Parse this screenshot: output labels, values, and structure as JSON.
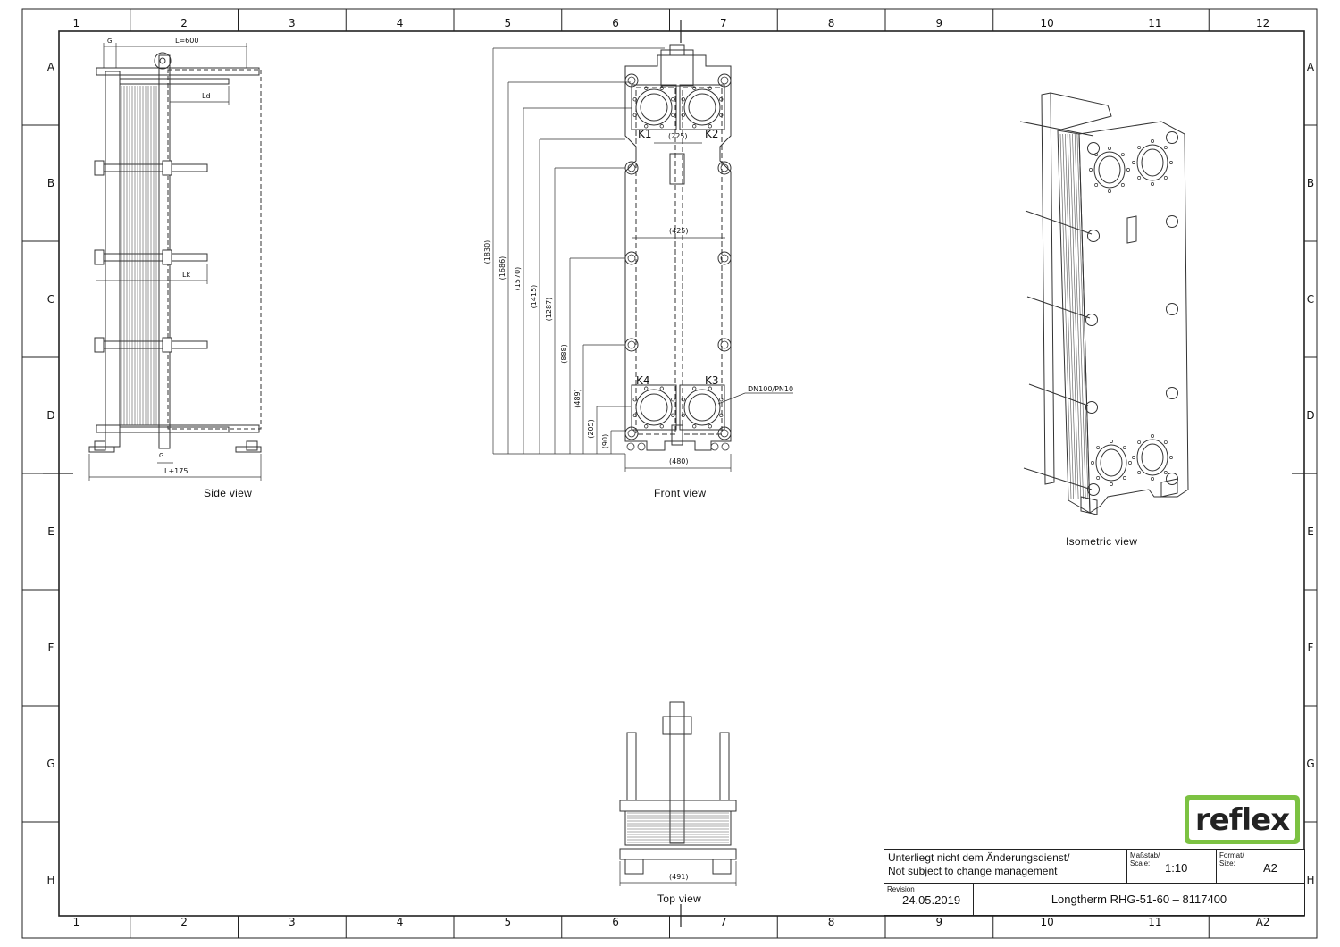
{
  "grid": {
    "columns": [
      "1",
      "2",
      "3",
      "4",
      "5",
      "6",
      "7",
      "8",
      "9",
      "10",
      "11",
      "12"
    ],
    "rows": [
      "A",
      "B",
      "C",
      "D",
      "E",
      "F",
      "G",
      "H"
    ],
    "bottom_columns": [
      "1",
      "2",
      "3",
      "4",
      "5",
      "6",
      "7",
      "8",
      "9",
      "10",
      "11",
      "A2"
    ]
  },
  "side_view": {
    "label": "Side view",
    "dims": {
      "g_top": "G",
      "l": "L=600",
      "ld": "Ld",
      "lk": "Lk",
      "g_bottom": "G",
      "l175": "L+175"
    }
  },
  "front_view": {
    "label": "Front view",
    "ports": [
      "K1",
      "K2",
      "K3",
      "K4"
    ],
    "connection": "DN100/PN10",
    "horizontal_dims": [
      "(225)",
      "(425)",
      "(480)"
    ],
    "vertical_dims": [
      "(1830)",
      "(1686)",
      "(1570)",
      "(1415)",
      "(1287)",
      "(888)",
      "(489)",
      "(205)",
      "(90)"
    ]
  },
  "isometric_view": {
    "label": "Isometric view"
  },
  "top_view": {
    "label": "Top view",
    "dim": "(491)"
  },
  "title_block": {
    "note_line1": "Unterliegt nicht dem Änderungsdienst/",
    "note_line2": "Not subject to change management",
    "scale_label_de": "Maßstab/",
    "scale_label_en": "Scale:",
    "scale_value": "1:10",
    "format_label_de": "Format/",
    "format_label_en": "Size:",
    "format_value": "A2",
    "revision_label": "Revision",
    "revision_date": "24.05.2019",
    "drawing_title": "Longtherm  RHG-51-60  –  8117400"
  },
  "logo": {
    "text": "reflex",
    "color": "#7cc242"
  }
}
